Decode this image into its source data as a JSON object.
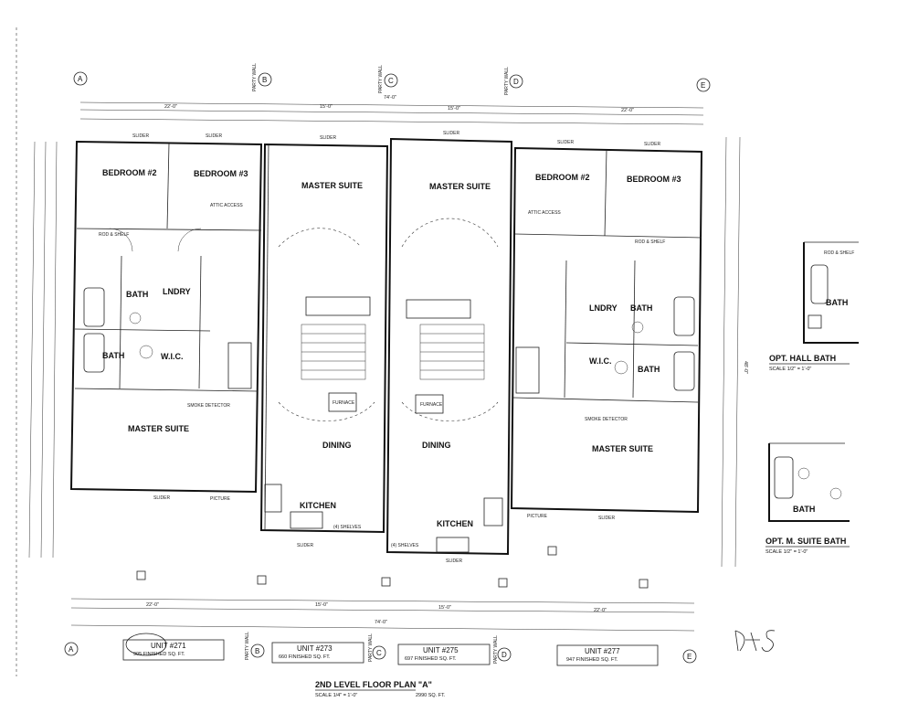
{
  "title": "2ND LEVEL FLOOR PLAN \"A\"",
  "scale": "SCALE 1/4\" = 1'-0\"",
  "total_area": "2990 SQ. FT.",
  "grid_marks": [
    "A",
    "B",
    "C",
    "D",
    "E"
  ],
  "overall_dims": {
    "top": "74'-0\"",
    "bottom": "74'-0\"",
    "right": "48'-0\""
  },
  "units": [
    {
      "label": "UNIT #271",
      "area": "905 FINISHED SQ. FT."
    },
    {
      "label": "UNIT #273",
      "area": "660 FINISHED SQ. FT."
    },
    {
      "label": "UNIT #275",
      "area": "697 FINISHED SQ. FT."
    },
    {
      "label": "UNIT #277",
      "area": "947 FINISHED SQ. FT."
    }
  ],
  "rooms": {
    "bedroom2": "BEDROOM #2",
    "bedroom3": "BEDROOM #3",
    "master_suite": "MASTER SUITE",
    "bath": "BATH",
    "laundry": "LNDRY",
    "wic": "W.I.C.",
    "dining": "DINING",
    "kitchen": "KITCHEN",
    "furnace": "FURNACE"
  },
  "notes": {
    "party_wall": "PARTY WALL",
    "slider": "SLIDER",
    "picture": "PICTURE",
    "smoke": "SMOKE DETECTOR",
    "rod_shelf": "ROD & SHELF",
    "attic": "ATTIC ACCESS",
    "shelves": "(4) SHELVES"
  },
  "details": [
    {
      "title": "OPT. HALL BATH",
      "scale": "SCALE 1/2\" = 1'-0\""
    },
    {
      "title": "OPT. M. SUITE BATH",
      "scale": "SCALE 1/2\" = 1'-0\""
    }
  ],
  "signature": "DHS"
}
